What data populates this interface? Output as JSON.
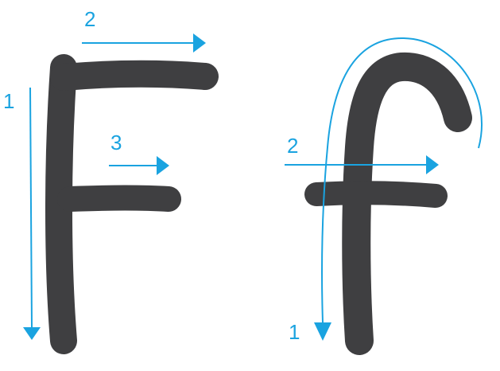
{
  "colors": {
    "glyph": "#3f3f41",
    "guide": "#1aa3e0",
    "background": "#ffffff"
  },
  "letters": [
    {
      "glyph": "F",
      "strokes": [
        {
          "order": "1",
          "direction": "down"
        },
        {
          "order": "2",
          "direction": "right"
        },
        {
          "order": "3",
          "direction": "right"
        }
      ]
    },
    {
      "glyph": "f",
      "strokes": [
        {
          "order": "1",
          "direction": "down"
        },
        {
          "order": "2",
          "direction": "right"
        }
      ]
    }
  ]
}
